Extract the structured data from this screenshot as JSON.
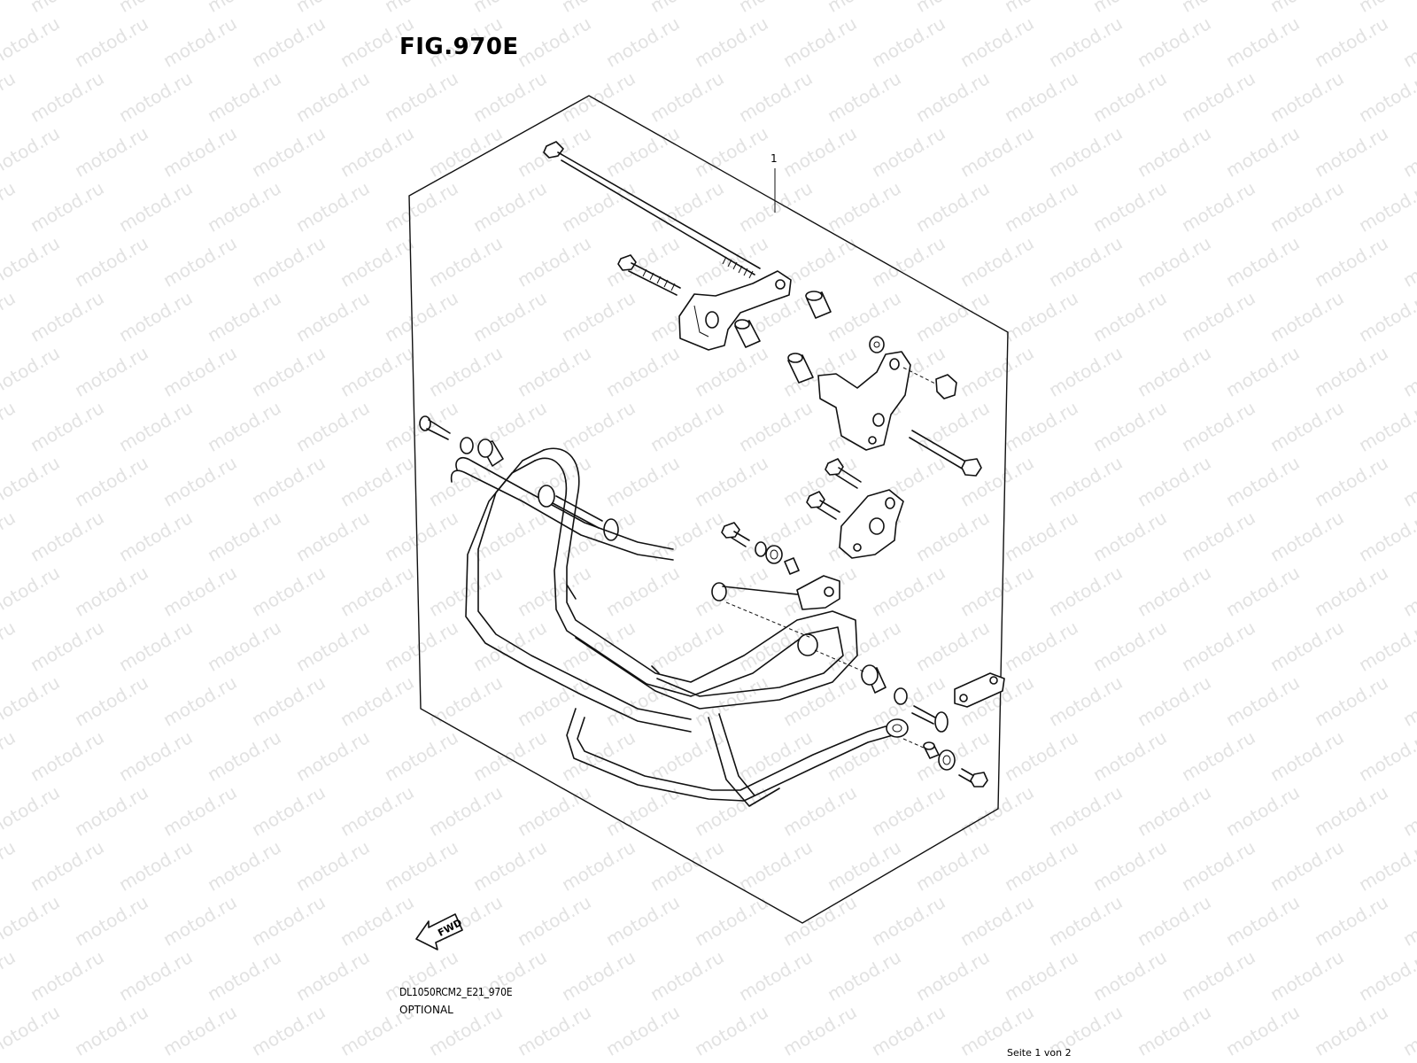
{
  "figure": {
    "title": "FIG.970E",
    "callout": "1",
    "fwd_label": "FWD",
    "model_code": "DL1050RCM2_E21_970E",
    "note": "OPTIONAL"
  },
  "watermark": {
    "text": "motod.ru"
  },
  "footer": {
    "page": "Seite 1 von 2"
  }
}
